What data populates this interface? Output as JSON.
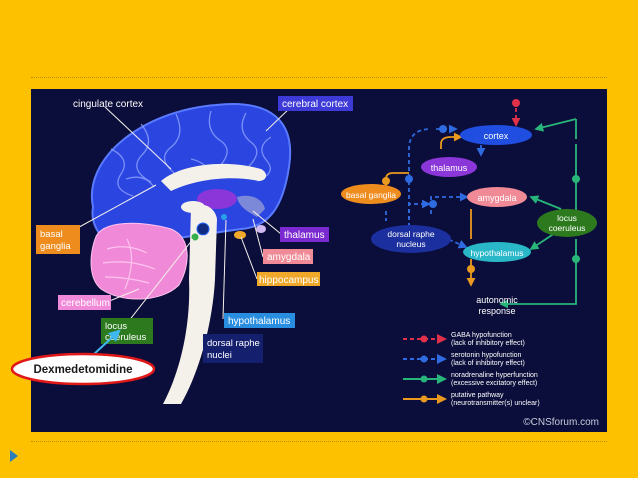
{
  "slide": {
    "highlight_label": "Dexmedetomidine"
  },
  "brain_labels": {
    "cingulate_cortex": "cingulate cortex",
    "cerebral_cortex": "cerebral cortex",
    "basal_ganglia_1": "basal",
    "basal_ganglia_2": "ganglia",
    "thalamus": "thalamus",
    "amygdala": "amygdala",
    "hippocampus": "hippocampus",
    "cerebellum": "cerebellum",
    "locus_1": "locus",
    "locus_2": "coeruleus",
    "hypothalamus": "hypothalamus",
    "raphe_1": "dorsal raphe",
    "raphe_2": "nuclei"
  },
  "pathway_nodes": {
    "cortex": "cortex",
    "thalamus": "thalamus",
    "basal_ganglia": "basal ganglia",
    "amygdala": "amygdala",
    "raphe_1": "dorsal raphe",
    "raphe_2": "nucleus",
    "locus_1": "locus",
    "locus_2": "coeruleus",
    "hypothalamus": "hypothalamus",
    "autonomic_1": "autonomic",
    "autonomic_2": "response"
  },
  "legend": [
    {
      "line1": "GABA hypofunction",
      "line2": "(lack of inhibitory effect)",
      "color": "#e0304a"
    },
    {
      "line1": "serotonin hypofunction",
      "line2": "(lack of inhibitory effect)",
      "color": "#2f6be0"
    },
    {
      "line1": "noradrenaline hyperfunction",
      "line2": "(excessive excitatory effect)",
      "color": "#27b57a"
    },
    {
      "line1": "putative pathway",
      "line2": "(neurotransmitter(s) unclear)",
      "color": "#e99a1e"
    }
  ],
  "credit": "©CNSforum.com"
}
